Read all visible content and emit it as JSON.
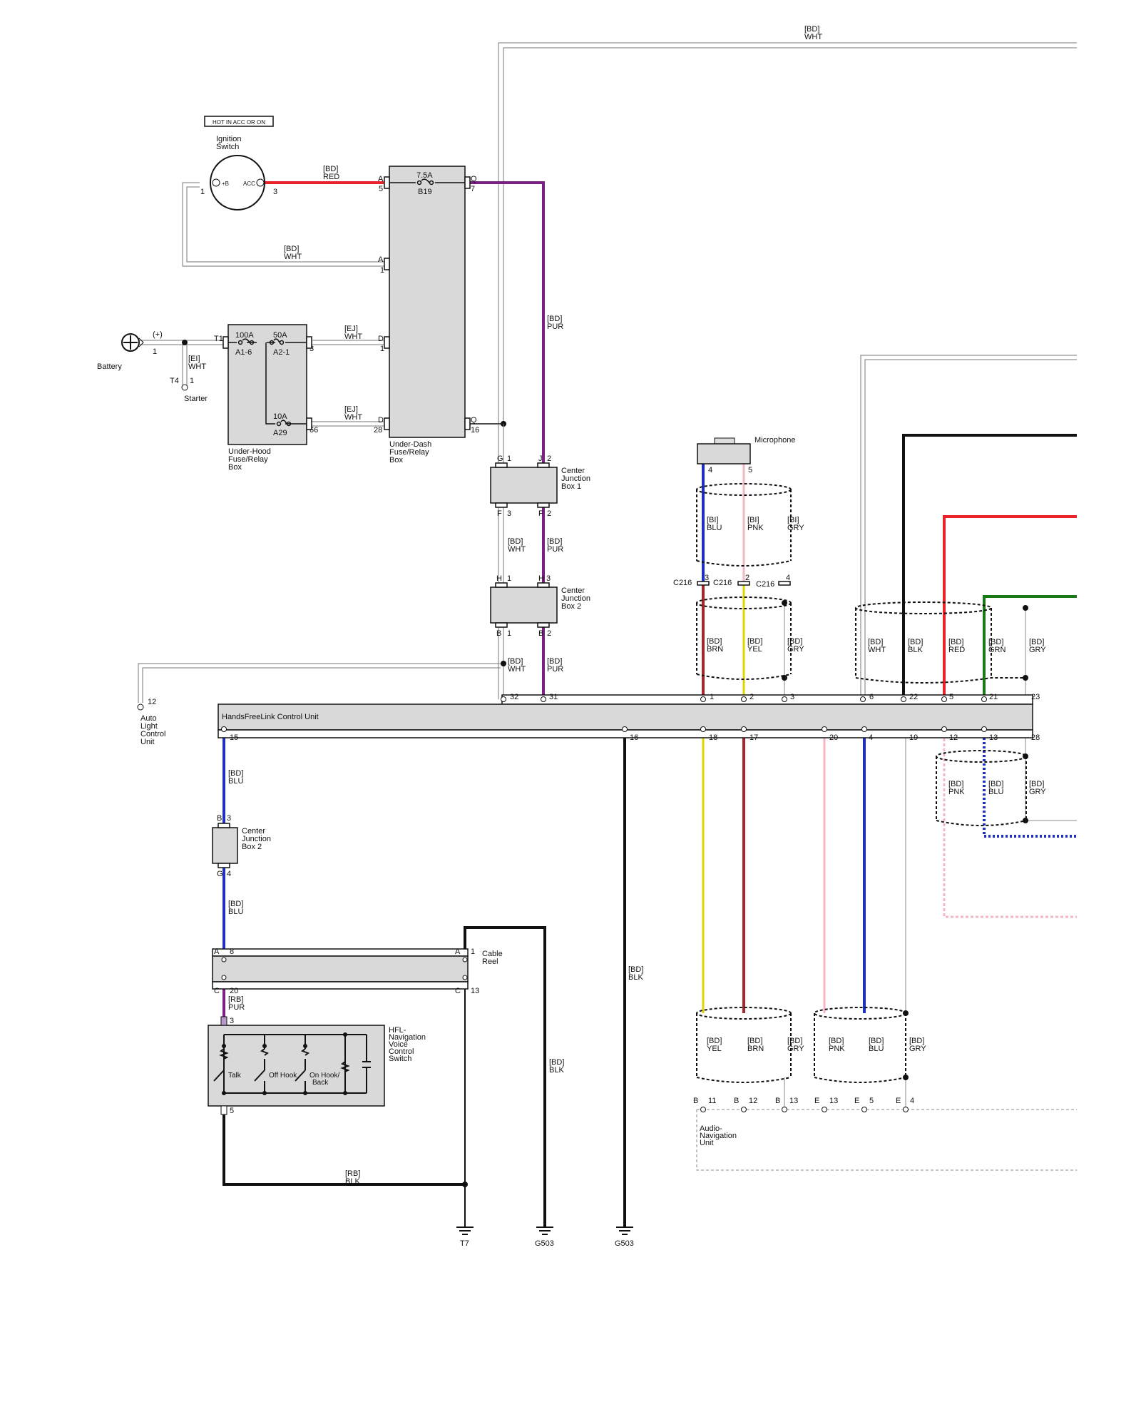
{
  "diagram": {
    "hot_label": "HOT IN ACC OR ON",
    "components": {
      "ignition_switch": [
        "Ignition",
        "Switch"
      ],
      "ignition_plus_b": "+B",
      "ignition_acc": "ACC",
      "battery": "Battery",
      "battery_pos": "(+)",
      "starter": "Starter",
      "under_hood": [
        "Under-Hood",
        "Fuse/Relay",
        "Box"
      ],
      "under_dash": [
        "Under-Dash",
        "Fuse/Relay",
        "Box"
      ],
      "cjb1": [
        "Center",
        "Junction",
        "Box 1"
      ],
      "cjb2": [
        "Center",
        "Junction",
        "Box 2"
      ],
      "cjb2_lower": [
        "Center",
        "Junction",
        "Box 2"
      ],
      "microphone": "Microphone",
      "hfl_unit": "HandsFreeLink Control Unit",
      "auto_light": [
        "Auto",
        "Light",
        "Control",
        "Unit"
      ],
      "cable_reel": [
        "Cable",
        "Reel"
      ],
      "voice_switch": [
        "HFL-",
        "Navigation",
        "Voice",
        "Control",
        "Switch"
      ],
      "audio_nav": [
        "Audio-",
        "Navigation",
        "Unit"
      ],
      "switch_talk": "Talk",
      "switch_offhook": "Off Hook",
      "switch_onhook": [
        "On Hook/",
        "Back"
      ]
    },
    "fuses": {
      "f75": "7.5A",
      "b19": "B19",
      "f100": "100A",
      "a16": "A1-6",
      "f50": "50A",
      "a21": "A2-1",
      "f10": "10A",
      "a29": "A29"
    },
    "grounds": {
      "t7": "T7",
      "g503a": "G503",
      "g503b": "G503"
    },
    "connectors": {
      "c216a": "C216",
      "c216b": "C216",
      "c216c": "C216",
      "t4": "T4",
      "t1": "T1"
    },
    "wires": {
      "top_wht": [
        "[BD]",
        "WHT"
      ],
      "red": [
        "[BD]",
        "RED"
      ],
      "wht_a1": [
        "[BD]",
        "WHT"
      ],
      "ej_wht1": [
        "[EJ]",
        "WHT"
      ],
      "ej_wht2": [
        "[EJ]",
        "WHT"
      ],
      "ei_wht": [
        "[EI]",
        "WHT"
      ],
      "pur_main": [
        "[BD]",
        "PUR"
      ],
      "wht_mid": [
        "[BD]",
        "WHT"
      ],
      "pur_mid": [
        "[BD]",
        "PUR"
      ],
      "wht_low": [
        "[BD]",
        "WHT"
      ],
      "pur_low": [
        "[BD]",
        "PUR"
      ],
      "bi_blu": [
        "[BI]",
        "BLU"
      ],
      "bi_pnk": [
        "[BI]",
        "PNK"
      ],
      "bi_gry": [
        "[BI]",
        "GRY"
      ],
      "bd_brn": [
        "[BD]",
        "BRN"
      ],
      "bd_yel": [
        "[BD]",
        "YEL"
      ],
      "bd_gry": [
        "[BD]",
        "GRY"
      ],
      "r_wht": [
        "[BD]",
        "WHT"
      ],
      "r_blk": [
        "[BD]",
        "BLK"
      ],
      "r_red": [
        "[BD]",
        "RED"
      ],
      "r_grn": [
        "[BD]",
        "GRN"
      ],
      "r_gry": [
        "[BD]",
        "GRY"
      ],
      "blu1": [
        "[BD]",
        "BLU"
      ],
      "blu2": [
        "[BD]",
        "BLU"
      ],
      "rb_pur": [
        "[RB]",
        "PUR"
      ],
      "rb_blk": [
        "[RB]",
        "BLK"
      ],
      "blk_cable": [
        "[BD]",
        "BLK"
      ],
      "blk_16": [
        "[BD]",
        "BLK"
      ],
      "s_pnk": [
        "[BD]",
        "PNK"
      ],
      "s_blu": [
        "[BD]",
        "BLU"
      ],
      "s_gry": [
        "[BD]",
        "GRY"
      ],
      "an_yel": [
        "[BD]",
        "YEL"
      ],
      "an_brn": [
        "[BD]",
        "BRN"
      ],
      "an_gry": [
        "[BD]",
        "GRY"
      ],
      "an_pnk": [
        "[BD]",
        "PNK"
      ],
      "an_blu": [
        "[BD]",
        "BLU"
      ],
      "an_gry2": [
        "[BD]",
        "GRY"
      ]
    },
    "colors": {
      "red": "#e8242a",
      "purple": "#7b2184",
      "blue": "#1f2fbf",
      "pink": "#f4b6c2",
      "yellow": "#e3d400",
      "brown": "#a4282b",
      "green": "#1a7a1a",
      "black": "#111111"
    },
    "pins": {
      "ign1": "1",
      "ign3": "3",
      "udA": "A",
      "ud5": "5",
      "udQ": "Q",
      "ud7": "7",
      "udA2": "A",
      "ud1": "1",
      "udD": "D",
      "ud1b": "1",
      "udD2": "D",
      "ud28": "28",
      "udQ2": "Q",
      "ud16": "16",
      "uh3": "3",
      "uh66": "66",
      "bat1": "1",
      "st1": "1",
      "g1": "G",
      "g1n": "1",
      "j2": "J",
      "j2n": "2",
      "f3": "F",
      "f3n": "3",
      "f2": "F",
      "f2n": "2",
      "h1": "H",
      "h1n": "1",
      "h3": "H",
      "h3n": "3",
      "b1": "B",
      "b1n": "1",
      "b2": "B",
      "b2n": "2",
      "m4": "4",
      "m5": "5",
      "c3": "3",
      "c2": "2",
      "c4": "4",
      "h32": "32",
      "h31": "31",
      "h1p": "1",
      "h2p": "2",
      "h3p": "3",
      "h6": "6",
      "h22": "22",
      "h5": "5",
      "h21": "21",
      "h23": "23",
      "h15": "15",
      "h16": "16",
      "h18": "18",
      "h17": "17",
      "h20": "20",
      "h4": "4",
      "h19": "19",
      "h12": "12",
      "h13": "13",
      "h28": "28",
      "al12": "12",
      "cjB": "B",
      "cj3": "3",
      "cjG": "G",
      "cj4": "4",
      "crA": "A",
      "cr8": "8",
      "crA2": "A",
      "cr1": "1",
      "crC": "C",
      "cr20": "20",
      "crC2": "C",
      "cr13": "13",
      "vs3": "3",
      "vs5": "5",
      "anB1": "B",
      "an11": "11",
      "anB2": "B",
      "an12": "12",
      "anB3": "B",
      "an13": "13",
      "anE1": "E",
      "an13b": "13",
      "anE2": "E",
      "an5": "5",
      "anE3": "E",
      "an4": "4"
    }
  }
}
